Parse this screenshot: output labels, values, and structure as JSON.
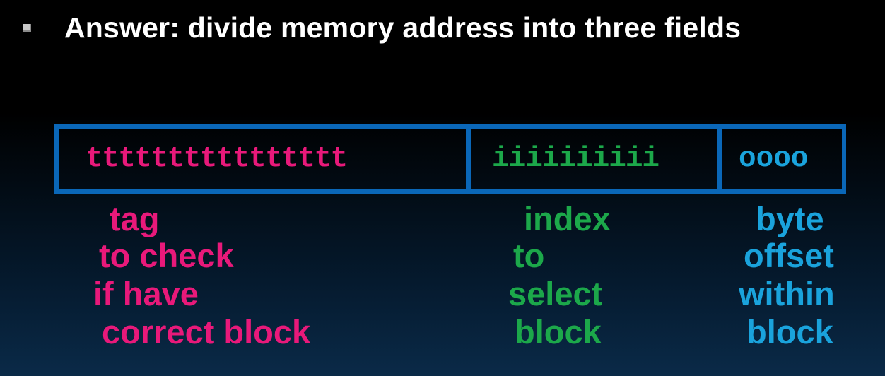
{
  "heading": {
    "bullet_icon": "square-bullet-icon",
    "text": "Answer: divide memory address into three fields"
  },
  "address_fields": [
    {
      "bits": "tttttttttttttttt",
      "color": "#e8197a"
    },
    {
      "bits": "iiiiiiiiii",
      "color": "#1ca84a"
    },
    {
      "bits": "oooo",
      "color": "#1aa3dc"
    }
  ],
  "labels": {
    "tag": [
      "tag",
      "to check",
      "if have",
      "correct block"
    ],
    "index": [
      "index",
      "to",
      "select",
      "block"
    ],
    "offset": [
      "byte",
      "offset",
      "within",
      "block"
    ]
  },
  "colors": {
    "tag": "#e8197a",
    "index": "#1ca84a",
    "offset": "#1aa3dc",
    "box_border": "#0a67b8"
  }
}
